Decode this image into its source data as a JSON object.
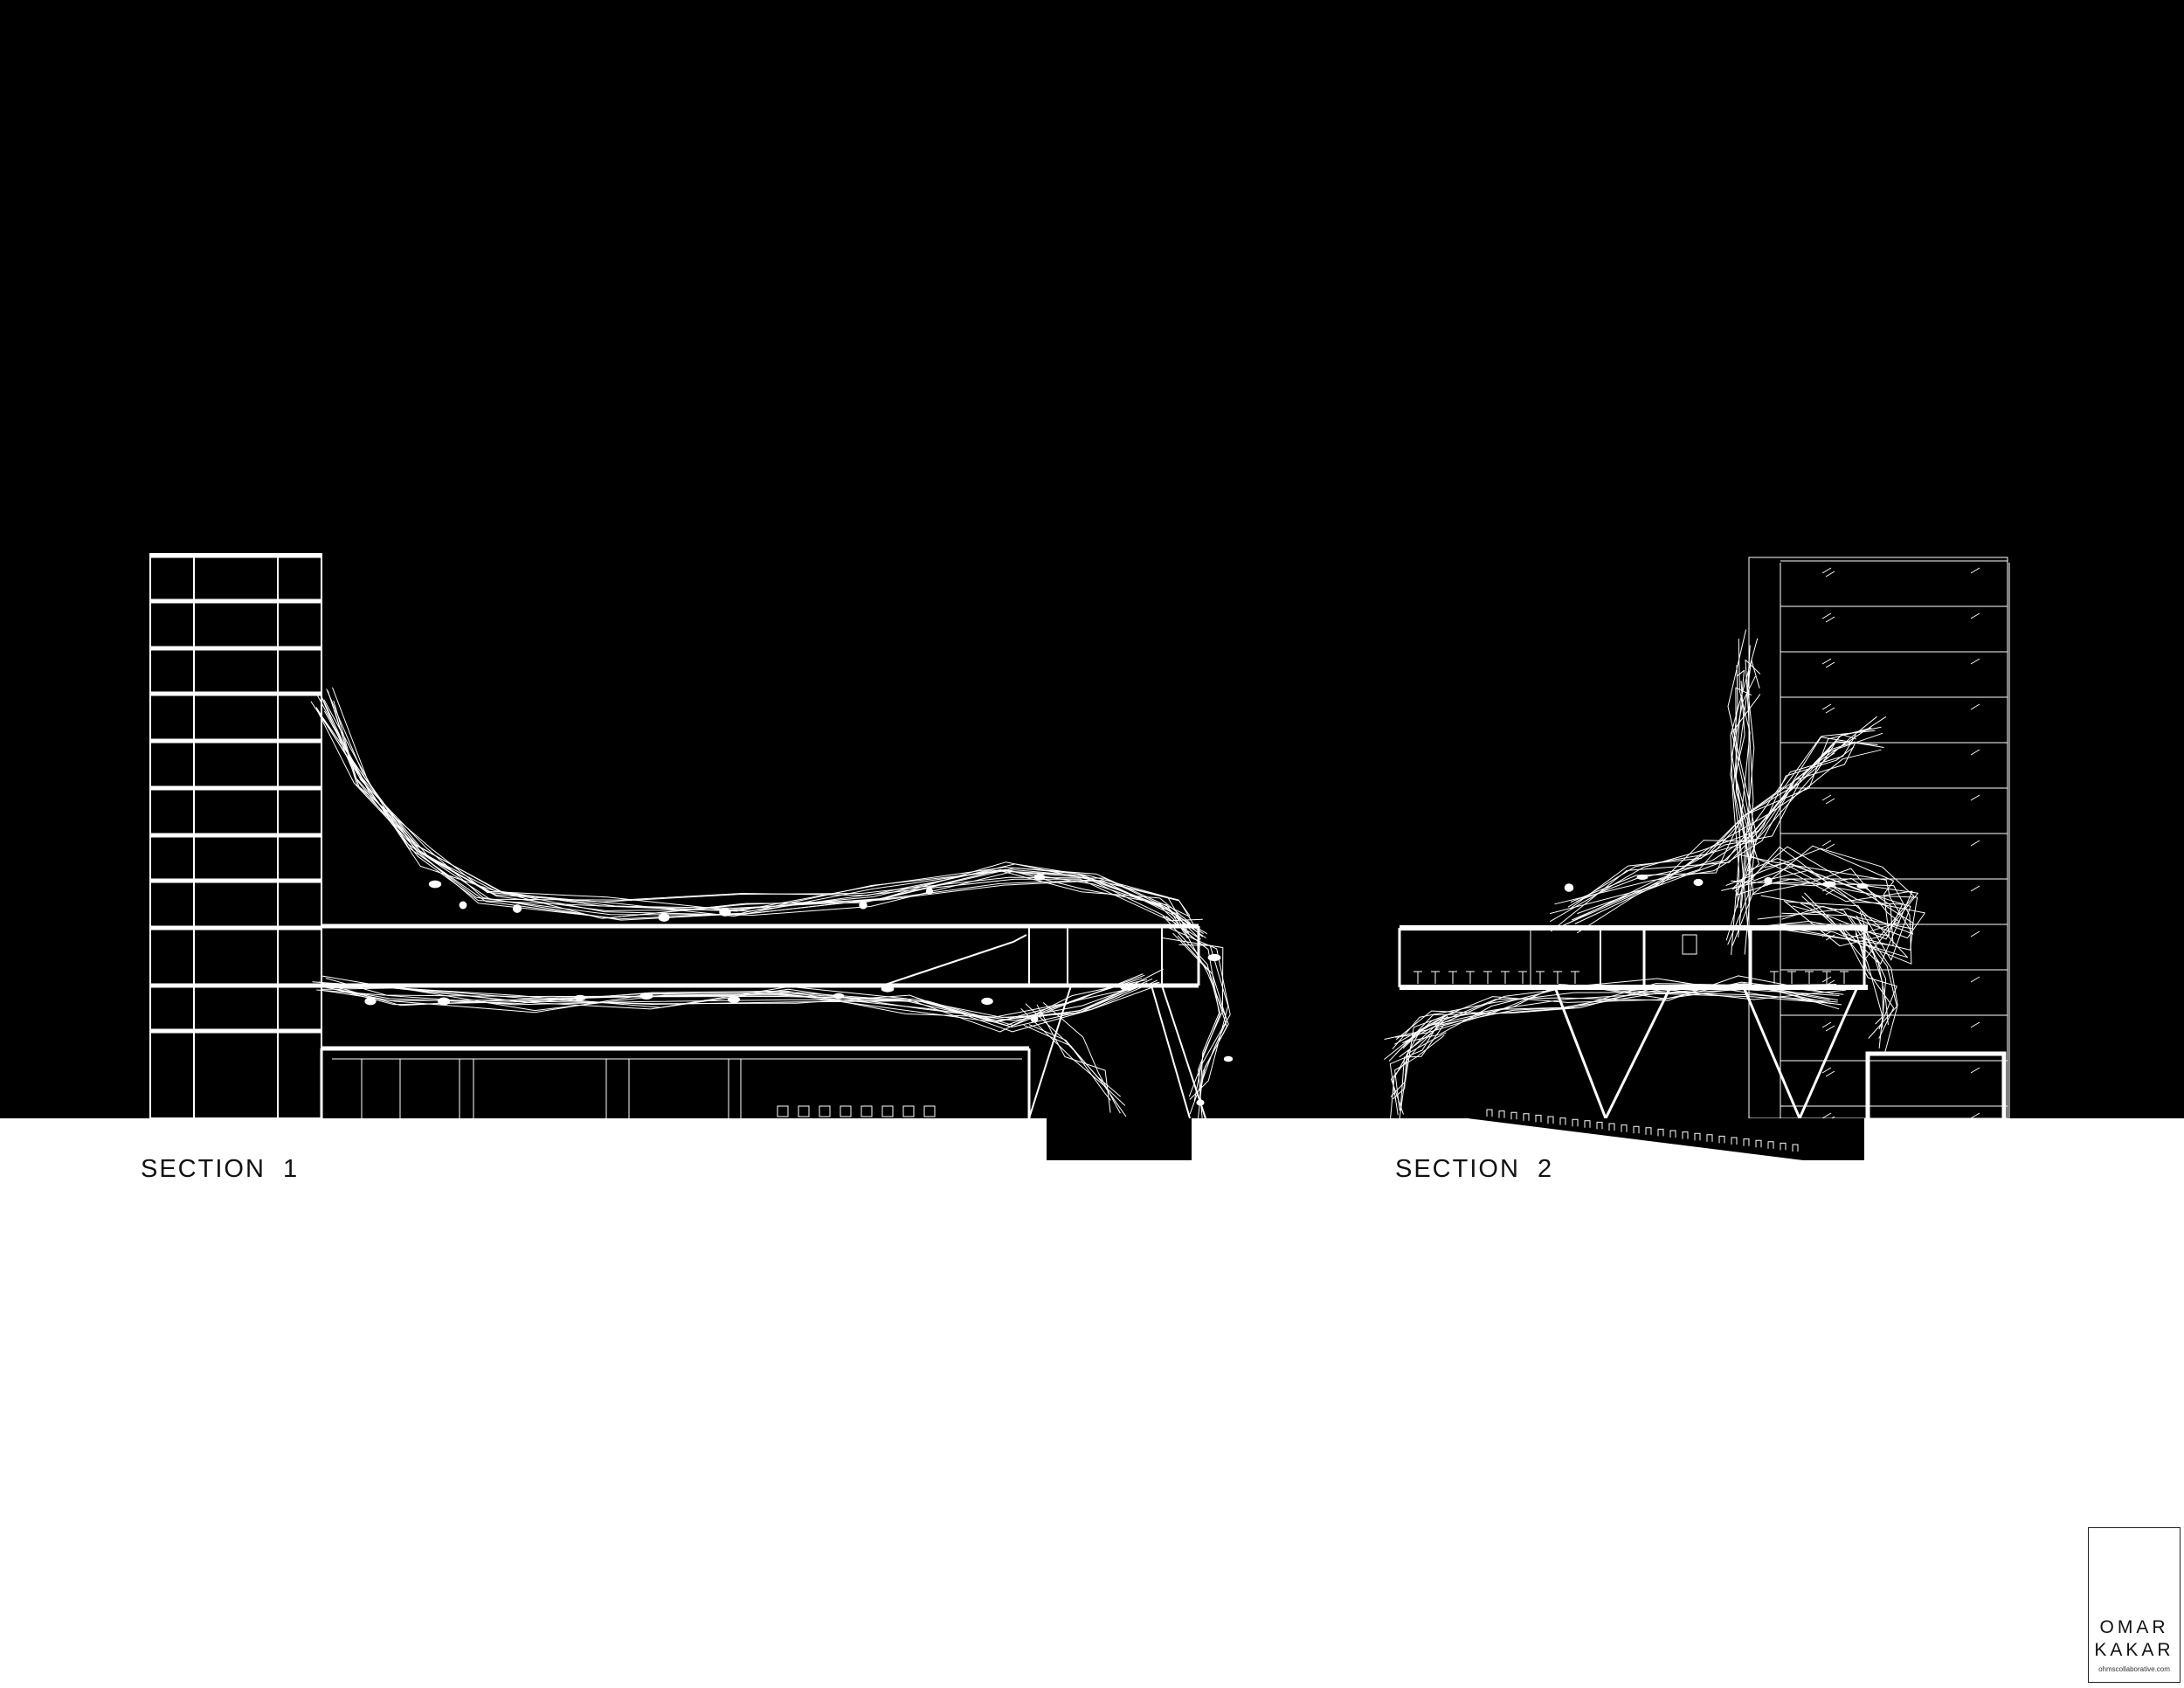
{
  "sections": [
    {
      "label": "SECTION  1"
    },
    {
      "label": "SECTION  2"
    }
  ],
  "title_block": {
    "name_line1": "OMAR",
    "name_line2": "KAKAR",
    "url": "ohmscollaborative.com"
  },
  "colors": {
    "background": "#000000",
    "ground": "#ffffff",
    "linework": "#ffffff"
  }
}
